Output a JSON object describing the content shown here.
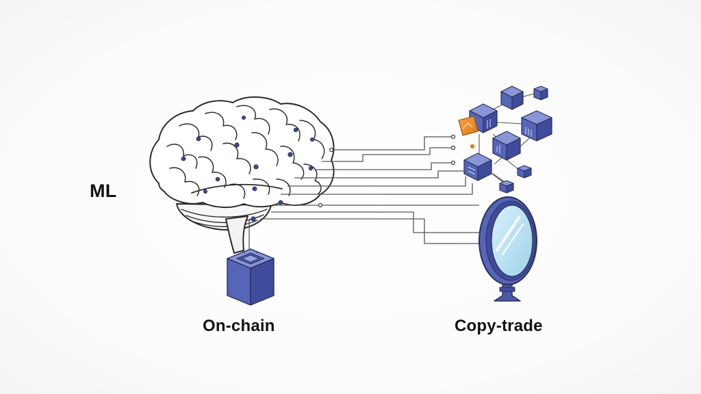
{
  "labels": {
    "ml": "ML",
    "on_chain": "On-chain",
    "copy_trade": "Copy-trade"
  },
  "colors": {
    "outline": "#2b2b2b",
    "cube_blue": "#4f5fb0",
    "cube_light": "#7d8ad0",
    "cube_dark": "#394696",
    "accent_orange": "#f28c28",
    "mirror_glass": "#bfe3f3",
    "connector": "#555555",
    "node": "#3a4a8f"
  },
  "icons": [
    "brain-icon",
    "chip-cube-icon",
    "cube-network-icon",
    "mirror-icon"
  ]
}
